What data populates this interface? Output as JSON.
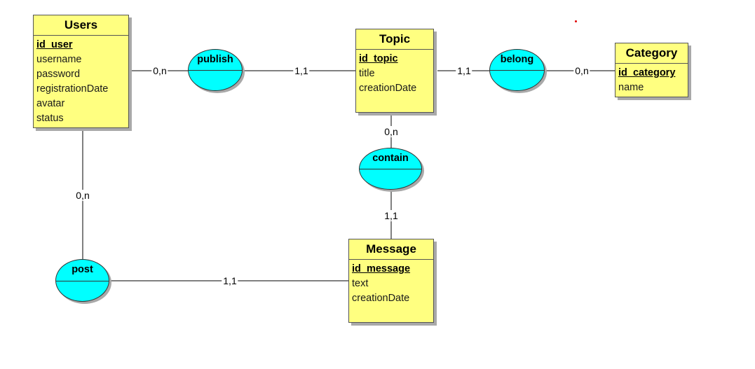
{
  "entities": {
    "users": {
      "title": "Users",
      "pk": "id_user",
      "attrs": [
        "username",
        "password",
        "registrationDate",
        "avatar",
        "status"
      ]
    },
    "topic": {
      "title": "Topic",
      "pk": "id_topic",
      "attrs": [
        "title",
        "creationDate"
      ]
    },
    "category": {
      "title": "Category",
      "pk": "id_category",
      "attrs": [
        "name"
      ]
    },
    "message": {
      "title": "Message",
      "pk": "id_message",
      "attrs": [
        "text",
        "creationDate"
      ]
    }
  },
  "associations": {
    "publish": "publish",
    "belong": "belong",
    "contain": "contain",
    "post": "post"
  },
  "cardinalities": {
    "users_publish": "0,n",
    "publish_topic": "1,1",
    "topic_belong": "1,1",
    "belong_category": "0,n",
    "topic_contain": "0,n",
    "contain_message": "1,1",
    "users_post": "0,n",
    "post_message": "1,1"
  },
  "colors": {
    "entity_fill": "#ffff80",
    "association_fill": "#00ffff",
    "marker": "#e00000"
  }
}
